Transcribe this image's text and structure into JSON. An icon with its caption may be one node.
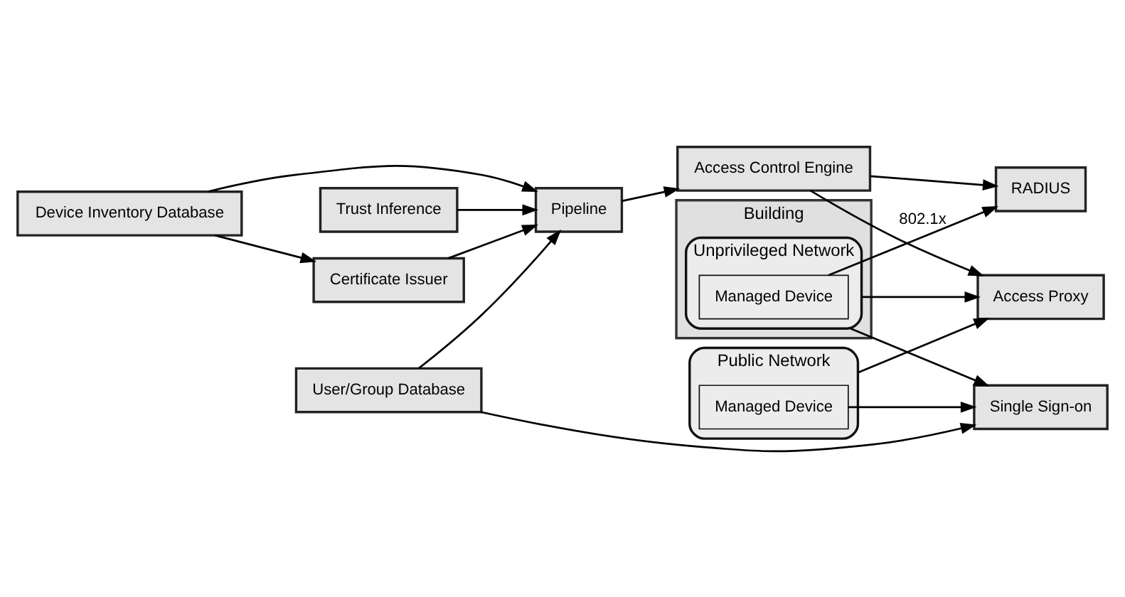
{
  "diagram": {
    "nodes": [
      {
        "text": [
          "Building"
        ]
      },
      {
        "text": [
          "Unprivileged Network"
        ],
        "in": 0
      },
      {
        "text": [
          "Managed Device"
        ],
        "in": 1
      },
      {
        "text": [
          "RADIUS"
        ]
      },
      {
        "text": [
          "Access Proxy"
        ]
      },
      {
        "text": [
          "Access Control Engine"
        ]
      },
      {
        "text": [
          "Single Sign-on"
        ]
      },
      {
        "text": [
          "Device Inventory Database"
        ]
      },
      {
        "text": [
          "Trust Inference"
        ]
      },
      {
        "text": [
          "Pipeline"
        ]
      },
      {
        "text": [
          "Certificate Issuer"
        ]
      },
      {
        "text": [
          "User/Group Database"
        ]
      },
      {
        "text": [
          "Public Network"
        ]
      },
      {
        "text": [
          "Managed Device"
        ],
        "in": 12
      }
    ],
    "edges": [
      {
        "from": 2,
        "to": 3,
        "arrow": "to",
        "label": "802.1x"
      },
      {
        "from": 5,
        "to": 3,
        "arrow": "to"
      },
      {
        "from": 1,
        "to": 4,
        "arrow": "to"
      },
      {
        "from": 1,
        "to": 6,
        "arrow": "to"
      },
      {
        "from": 5,
        "to": 4,
        "arrow": "to"
      },
      {
        "from": 9,
        "to": 5,
        "arrow": "to"
      },
      {
        "from": 7,
        "to": 9,
        "arrow": "to"
      },
      {
        "from": 7,
        "to": 10,
        "arrow": "to"
      },
      {
        "from": 8,
        "to": 9,
        "arrow": "to"
      },
      {
        "from": 10,
        "to": 9,
        "arrow": "to"
      },
      {
        "from": 11,
        "to": 9,
        "arrow": "to"
      },
      {
        "from": 11,
        "to": 6,
        "arrow": "to"
      },
      {
        "from": 12,
        "to": 4,
        "arrow": "to"
      },
      {
        "from": 13,
        "to": 6,
        "arrow": "to"
      }
    ]
  }
}
